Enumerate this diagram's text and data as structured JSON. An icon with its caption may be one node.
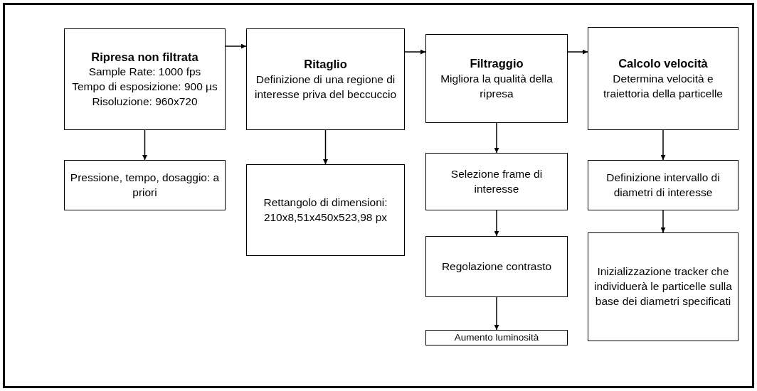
{
  "diagram": {
    "nodes": [
      {
        "text": [
          "Ripresa non filtrata",
          "Sample Rate: 1000 fps",
          "Tempo di esposizione: 900 µs",
          "Risoluzione: 960x720"
        ]
      },
      {
        "text": [
          "Pressione, tempo, dosaggio: a priori"
        ]
      },
      {
        "text": [
          "Ritaglio",
          "Definizione di una regione di interesse priva del beccuccio"
        ]
      },
      {
        "text": [
          "Rettangolo di dimensioni: 210x8,51x450x523,98 px"
        ]
      },
      {
        "text": [
          "Filtraggio",
          "Migliora la qualità della ripresa"
        ]
      },
      {
        "text": [
          "Selezione frame di interesse"
        ]
      },
      {
        "text": [
          "Regolazione contrasto"
        ]
      },
      {
        "text": [
          "Aumento luminosità"
        ]
      },
      {
        "text": [
          "Calcolo velocità",
          "Determina velocità e traiettoria della particelle"
        ]
      },
      {
        "text": [
          "Definizione intervallo di diametri di interesse"
        ]
      },
      {
        "text": [
          "Inizializzazione tracker che individuerà le particelle sulla base dei diametri specificati"
        ]
      }
    ],
    "edges": [
      {
        "from": 0,
        "to": 2,
        "arrow": "to"
      },
      {
        "from": 2,
        "to": 4,
        "arrow": "to"
      },
      {
        "from": 4,
        "to": 8,
        "arrow": "to"
      },
      {
        "from": 0,
        "to": 1,
        "arrow": "to"
      },
      {
        "from": 2,
        "to": 3,
        "arrow": "to"
      },
      {
        "from": 4,
        "to": 5,
        "arrow": "to"
      },
      {
        "from": 5,
        "to": 6,
        "arrow": "to"
      },
      {
        "from": 6,
        "to": 7,
        "arrow": "to"
      },
      {
        "from": 8,
        "to": 9,
        "arrow": "to"
      },
      {
        "from": 9,
        "to": 10,
        "arrow": "to"
      }
    ]
  }
}
